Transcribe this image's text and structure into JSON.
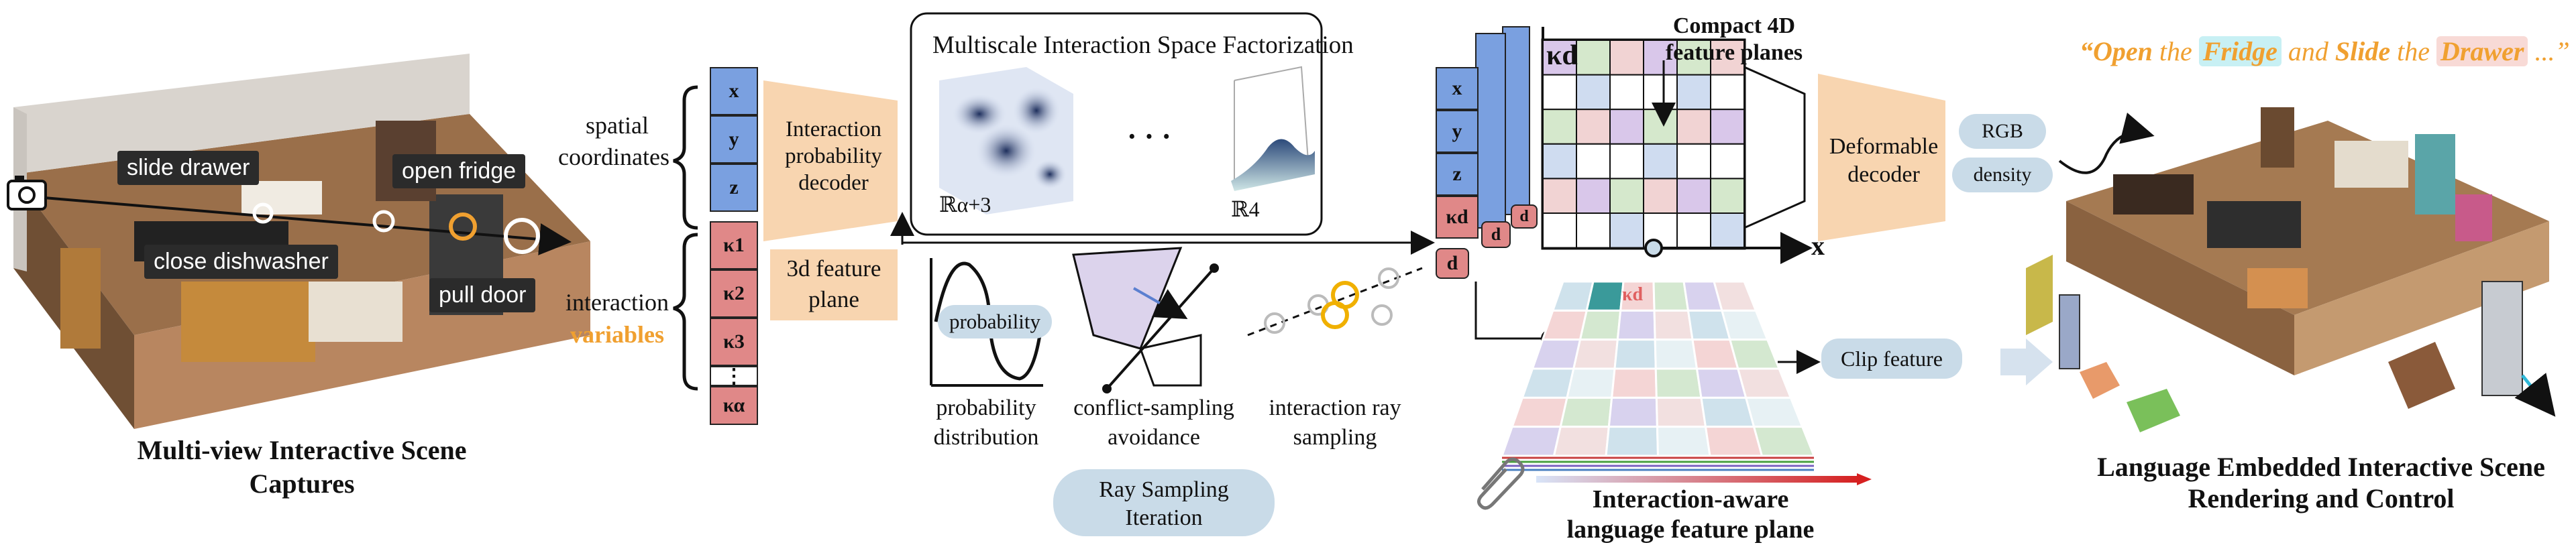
{
  "scene_left": {
    "tags": {
      "slide_drawer": "slide drawer",
      "open_fridge": "open fridge",
      "close_dishwasher": "close dishwasher",
      "pull_door": "pull door"
    },
    "caption_line1": "Multi-view Interactive Scene",
    "caption_line2": "Captures"
  },
  "input_labels": {
    "spatial_line1": "spatial",
    "spatial_line2": "coordinates",
    "interaction_line1": "interaction",
    "interaction_line2": "variables"
  },
  "input_vector": {
    "cells": [
      "x",
      "y",
      "z",
      "κ1",
      "κ2",
      "κ3",
      "⋮",
      "κα"
    ]
  },
  "decoder": {
    "line1": "Interaction",
    "line2": "probability",
    "line3": "decoder"
  },
  "feature_plane_3d": {
    "line1": "3d feature",
    "line2": "plane"
  },
  "factorization": {
    "title": "Multiscale Interaction Space Factorization",
    "left_label": "ℝα+3",
    "dots": "· · ·",
    "right_label": "ℝ4"
  },
  "sampling": {
    "probability_pill": "probability",
    "prob_caption_line1": "probability",
    "prob_caption_line2": "distribution",
    "conflict_line1": "conflict-sampling",
    "conflict_line2": "avoidance",
    "ray_line1": "interaction ray",
    "ray_line2": "sampling",
    "iteration_line1": "Ray Sampling",
    "iteration_line2": "Iteration"
  },
  "feature_stack": {
    "cells": [
      "x",
      "y",
      "z",
      "κd"
    ],
    "d_labels": [
      "d",
      "d",
      "d"
    ],
    "kappa_label": "κd",
    "x_axis": "x"
  },
  "compact_planes": {
    "title_line1": "Compact 4D",
    "title_line2": "feature planes"
  },
  "deformable": {
    "line1": "Deformable",
    "line2": "decoder",
    "rgb": "RGB",
    "density": "density"
  },
  "language": {
    "kappa": "κd",
    "clip_feature": "Clip feature",
    "caption_line1": "Interaction-aware",
    "caption_line2": "language feature plane"
  },
  "output_scene": {
    "quote_open": "“",
    "w_open": "Open",
    "w_the1": " the ",
    "w_fridge": "Fridge",
    "w_and": " and ",
    "w_slide": "Slide",
    "w_the2": " the ",
    "w_drawer": "Drawer",
    "w_end": " ...”",
    "caption_line1": "Language Embedded Interactive Scene",
    "caption_line2": "Rendering and Control"
  },
  "colors": {
    "orange": "#f0a030",
    "peach": "#f8d5b0",
    "blue_cell": "#7aa0e0",
    "red_cell": "#e08888",
    "pill": "#c9dbe8"
  }
}
